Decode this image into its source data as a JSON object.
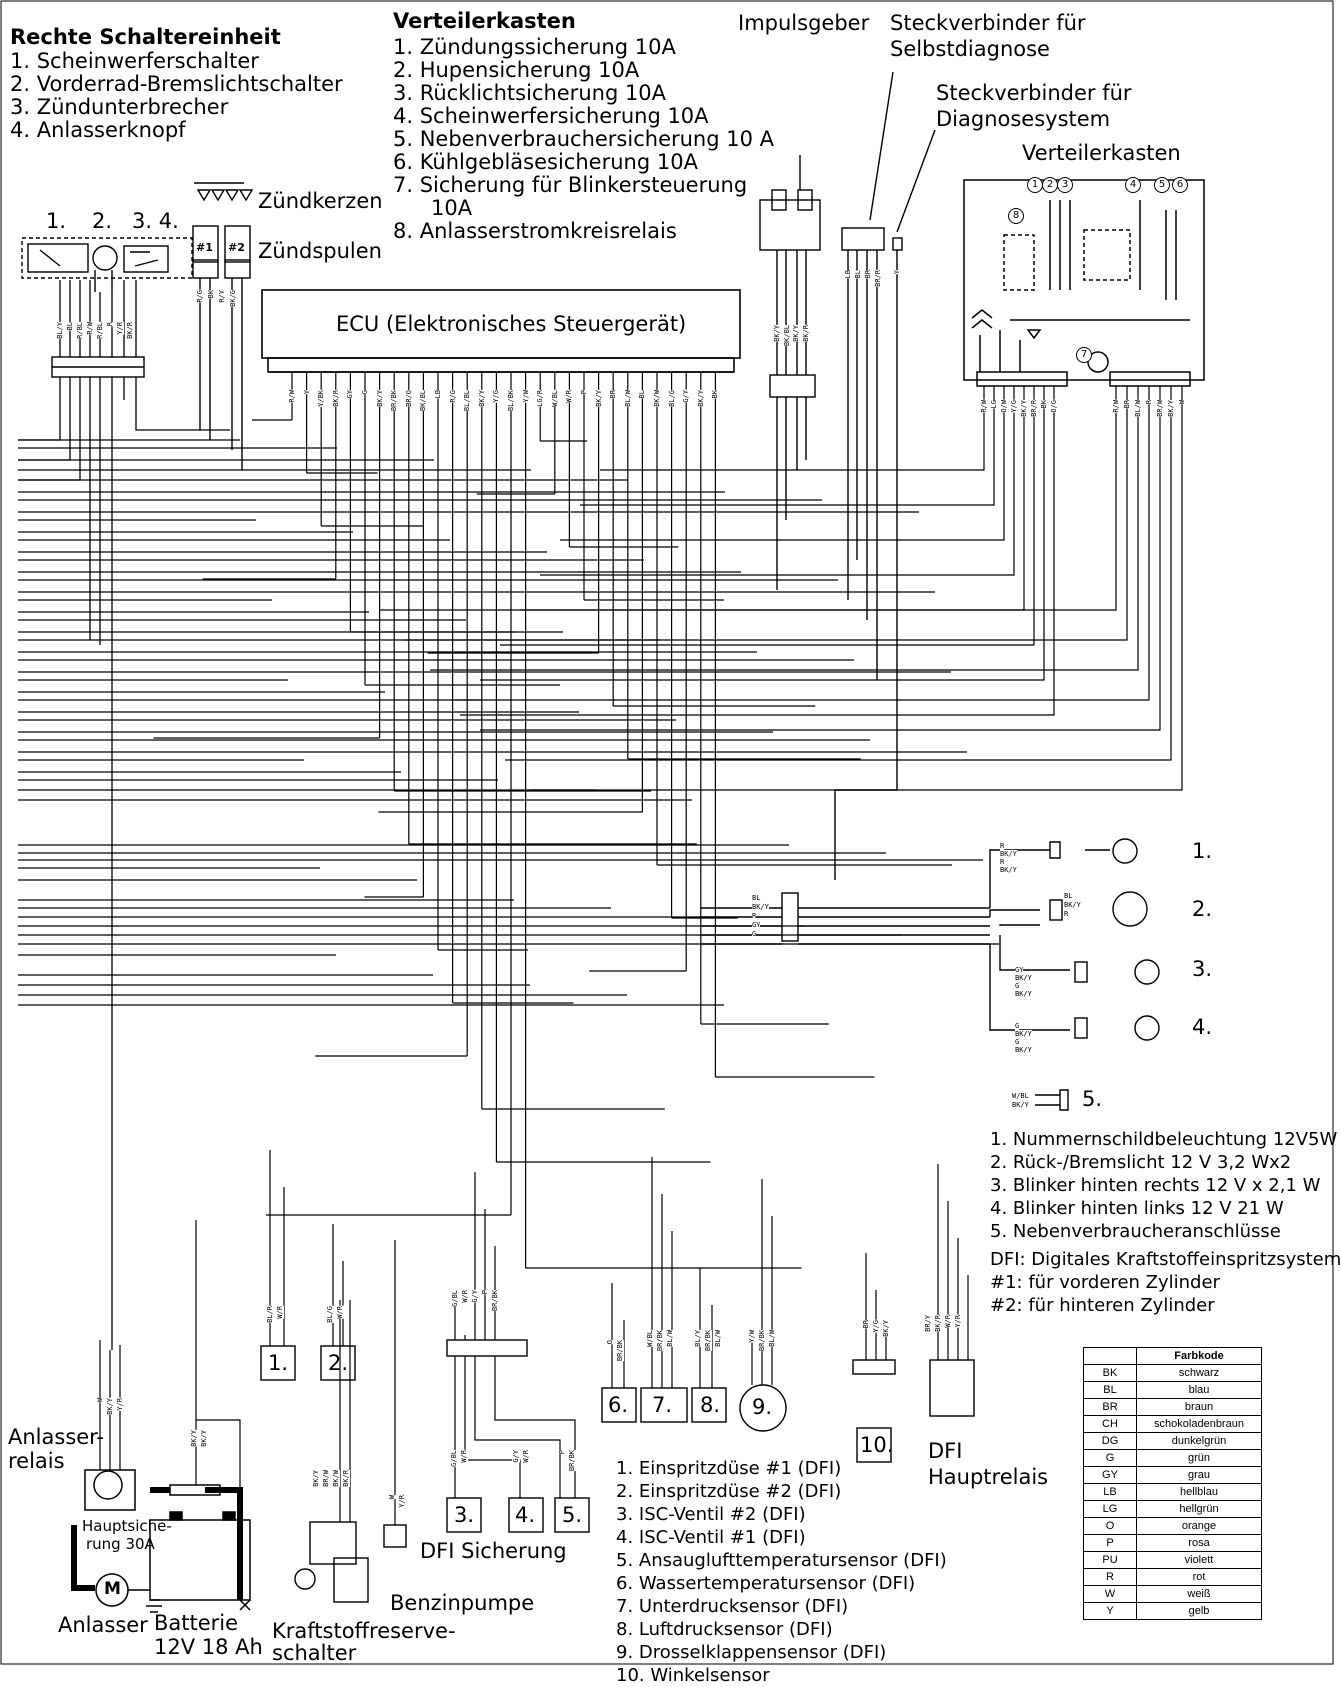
{
  "switch_unit": {
    "title": "Rechte Schaltereinheit",
    "items": [
      "1. Scheinwerferschalter",
      "2. Vorderrad-Bremslichtschalter",
      "3. Zündunterbrecher",
      "4. Anlasserknopf"
    ],
    "numbers": [
      "1.",
      "2.",
      "3. 4."
    ]
  },
  "distribution_box": {
    "title": "Verteilerkasten",
    "items": [
      "1. Zündungssicherung 10A",
      "2. Hupensicherung 10A",
      "3. Rücklichtsicherung 10A",
      "4. Scheinwerfersicherung 10A",
      "5. Nebenverbrauchersicherung 10 A",
      "6. Kühlgebläsesicherung 10A",
      "7. Sicherung für Blinkersteuerung",
      "10A",
      "8. Anlasserstromkreisrelais"
    ],
    "box_title": "Verteilerkasten",
    "circle_numbers": [
      "1",
      "2",
      "3",
      "4",
      "5",
      "6",
      "7",
      "8"
    ]
  },
  "top_labels": {
    "pulse_generator": "Impulsgeber",
    "self_diag_1": "Steckverbinder für",
    "self_diag_2": "Selbstdiagnose",
    "diag_sys_1": "Steckverbinder für",
    "diag_sys_2": "Diagnosesystem",
    "spark_plugs": "Zündkerzen",
    "ignition_coils": "Zündspulen",
    "coil_1": "#1",
    "coil_2": "#2"
  },
  "ecu": {
    "label": "ECU (Elektronisches Steuergerät)"
  },
  "rear_lights": {
    "numbers": [
      "1.",
      "2.",
      "3.",
      "4.",
      "5."
    ],
    "legend": [
      "1. Nummernschildbeleuchtung 12V5W",
      "2. Rück-/Bremslicht 12 V 3,2 Wx2",
      "3. Blinker hinten rechts 12 V x 2,1 W",
      "4. Blinker hinten links 12 V 21 W",
      "5. Nebenverbraucheranschlüsse"
    ]
  },
  "dfi_notes": [
    "DFI: Digitales Kraftstoffeinspritzsystem",
    "#1: für vorderen Zylinder",
    "#2: für hinteren Zylinder"
  ],
  "sensors": {
    "numbers": [
      "1.",
      "2.",
      "3.",
      "4.",
      "5.",
      "6.",
      "7.",
      "8.",
      "9.",
      "10."
    ],
    "legend": [
      "1. Einspritzdüse #1 (DFI)",
      "2. Einspritzdüse #2 (DFI)",
      "3. ISC-Ventil #2 (DFI)",
      "4. ISC-Ventil #1 (DFI)",
      "5. Ansauglufttemperatursensor (DFI)",
      "6. Wassertemperatursensor (DFI)",
      "7. Unterdrucksensor (DFI)",
      "8. Luftdrucksensor (DFI)",
      "9. Drosselklappensensor (DFI)",
      "10. Winkelsensor"
    ]
  },
  "components": {
    "starter_relay_1": "Anlasser-",
    "starter_relay_2": "relais",
    "main_fuse_1": "Hauptsiche-",
    "main_fuse_2": "rung 30A",
    "starter": "Anlasser",
    "battery_1": "Batterie",
    "battery_2": "12V 18 Ah",
    "fuel_reserve_1": "Kraftstoffreserve-",
    "fuel_reserve_2": "schalter",
    "fuel_pump": "Benzinpumpe",
    "dfi_fuse": "DFI Sicherung",
    "dfi_relay_1": "DFI",
    "dfi_relay_2": "Hauptrelais",
    "motor_symbol": "M"
  },
  "wire_codes": {
    "switch": [
      "BL/Y",
      "BL",
      "R/BL",
      "R/W",
      "R/BL",
      "R",
      "Y/R",
      "BK/R"
    ],
    "coils": [
      "R/G",
      "BK",
      "R/Y",
      "BK/G"
    ],
    "ecu": [
      "R/W",
      "Y",
      "Y/BK",
      "BK/R",
      "GY",
      "G",
      "BK/Y",
      "BR/BK",
      "BR/O",
      "BK/BL",
      "LB",
      "R/G",
      "BL/BL",
      "BK/Y",
      "Y/G",
      "BL/BK",
      "Y/W",
      "LG/R",
      "W/BL",
      "W/R",
      "P",
      "BK/Y",
      "BR",
      "BL/W",
      "BL",
      "BK/W",
      "BL/G",
      "G/Y",
      "BK/Y",
      "BK"
    ],
    "pulse": [
      "BK/Y",
      "BK/BL",
      "BK/Y",
      "BK/R"
    ],
    "selfdiag": [
      "LB",
      "BL",
      "BR",
      "BR/R"
    ],
    "diag": "Y",
    "distbox_left": [
      "R/W",
      "LG",
      "O/W",
      "Y/G",
      "BK/Y",
      "BR/R",
      "BK",
      "O/G"
    ],
    "distbox_right": [
      "R/W",
      "BR",
      "BL/W",
      "R",
      "BR/W",
      "BK/Y",
      "W"
    ],
    "rear_conn": [
      "BL",
      "BK/Y",
      "R",
      "GY",
      "G"
    ],
    "light1": [
      "R",
      "BK/Y",
      "R",
      "BK/Y"
    ],
    "light2": [
      "BL",
      "BK/Y",
      "R"
    ],
    "light3": [
      "GY",
      "BK/Y",
      "G",
      "BK/Y"
    ],
    "light4": [
      "G",
      "BK/Y",
      "G",
      "BK/Y"
    ],
    "aux": [
      "W/BL",
      "BK/Y"
    ],
    "inj1": [
      "BL/R",
      "W/R"
    ],
    "inj2": [
      "BL/G",
      "W/R"
    ],
    "isc_conn": [
      "G/BL",
      "W/R",
      "G/Y",
      "P",
      "BR/BK"
    ],
    "isc3": [
      "G/BL",
      "W/R"
    ],
    "isc4": [
      "G/Y",
      "W/R"
    ],
    "intake": [
      "P",
      "BR/BK"
    ],
    "water": [
      "O",
      "BR/BK"
    ],
    "vacuum": [
      "W/BL",
      "BR/BK",
      "BL/W"
    ],
    "pressure": [
      "BL/Y",
      "BR/BK",
      "BL/W"
    ],
    "throttle": [
      "Y/W",
      "BR/BK",
      "BL/W"
    ],
    "angle": [
      "BR",
      "Y/G",
      "BK/Y"
    ],
    "dfi_relay": [
      "BR/Y",
      "BK/R",
      "W/R",
      "Y/R"
    ],
    "starter_relay": [
      "W",
      "BK/Y",
      "Y/R"
    ],
    "battery": [
      "BK/Y",
      "BK/Y"
    ],
    "pump_conn": [
      "BK/Y",
      "BR/W",
      "BK/W",
      "BK/R"
    ],
    "dfi_fuse": [
      "W",
      "Y/R"
    ]
  },
  "color_codes": {
    "header": "Farbkode",
    "rows": [
      [
        "BK",
        "schwarz"
      ],
      [
        "BL",
        "blau"
      ],
      [
        "BR",
        "braun"
      ],
      [
        "CH",
        "schokoladenbraun"
      ],
      [
        "DG",
        "dunkelgrün"
      ],
      [
        "G",
        "grün"
      ],
      [
        "GY",
        "grau"
      ],
      [
        "LB",
        "hellblau"
      ],
      [
        "LG",
        "hellgrün"
      ],
      [
        "O",
        "orange"
      ],
      [
        "P",
        "rosa"
      ],
      [
        "PU",
        "violett"
      ],
      [
        "R",
        "rot"
      ],
      [
        "W",
        "weiß"
      ],
      [
        "Y",
        "gelb"
      ]
    ]
  }
}
